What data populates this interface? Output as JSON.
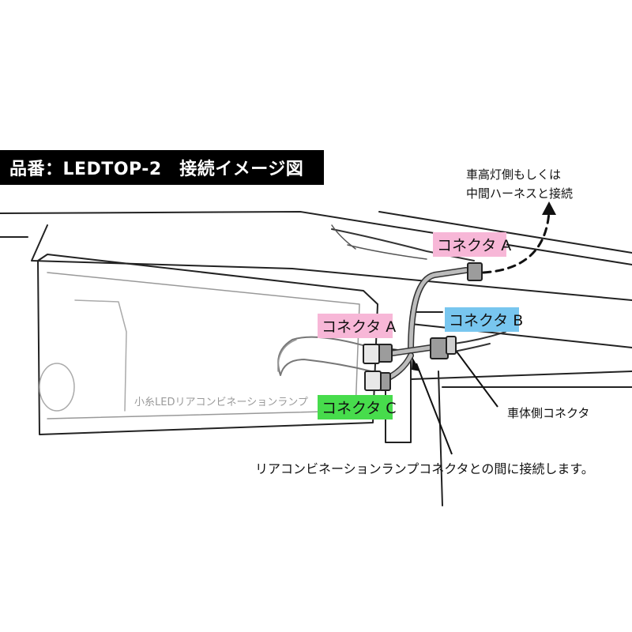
{
  "title": "品番：LEDTOP-2　接続イメージ図",
  "labels": {
    "connector_a_top": "コネクタ A",
    "connector_b": "コネクタ B",
    "connector_a_left": "コネクタ A",
    "connector_c": "コネクタ C"
  },
  "notes": {
    "headlamp_line1": "車高灯側もしくは",
    "headlamp_line2": "中間ハーネスと接続",
    "vehicle_connector": "車体側コネクタ",
    "install_note": "リアコンビネーションランプコネクタとの間に接続します。",
    "lamp_name": "小糸LEDリアコンビネーションランプ"
  },
  "colors": {
    "connector_a": "#f7b7d7",
    "connector_b": "#78c6ef",
    "connector_c": "#47dc4c"
  }
}
